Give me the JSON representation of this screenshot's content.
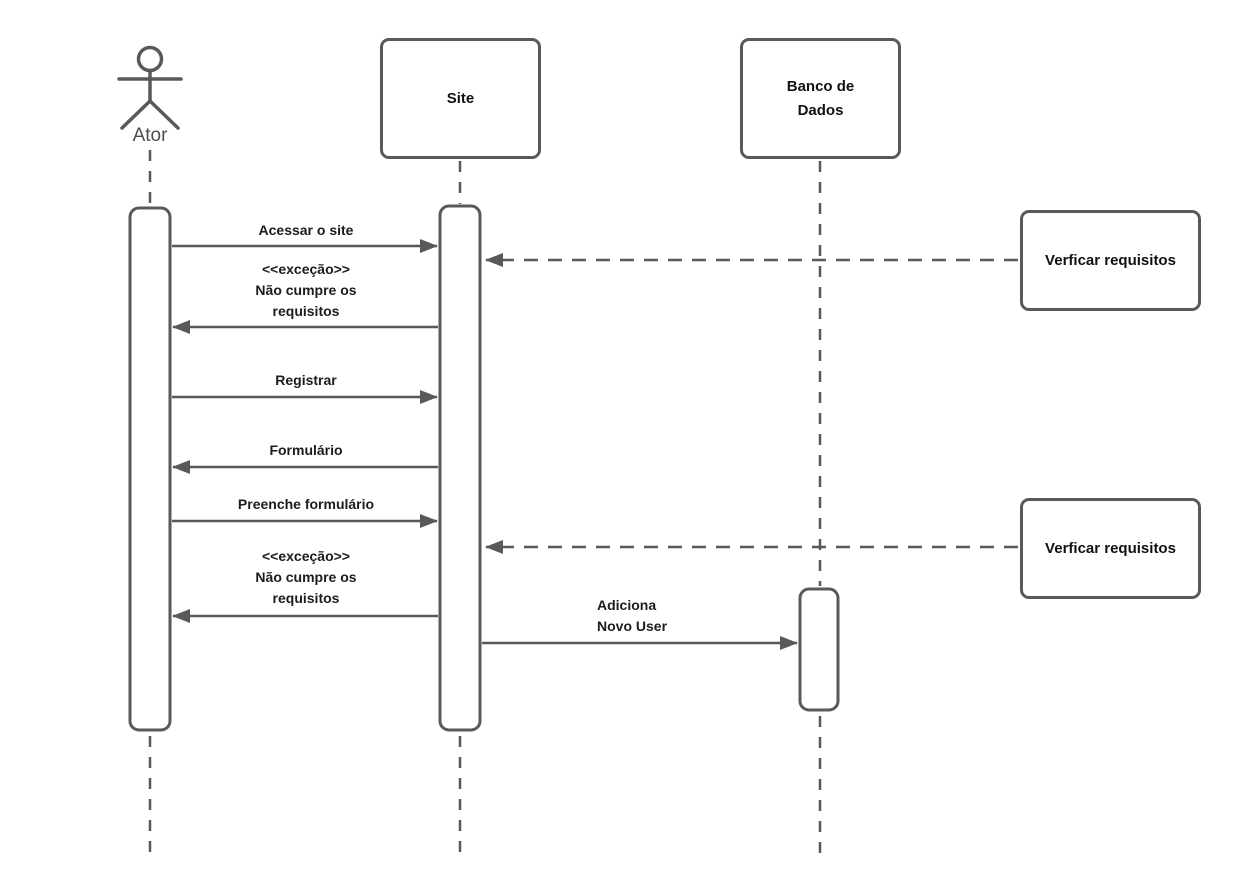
{
  "diagram_type": "uml-sequence-diagram",
  "participants": [
    {
      "id": "ator",
      "label": "Ator",
      "kind": "actor"
    },
    {
      "id": "site",
      "label": "Site",
      "kind": "object"
    },
    {
      "id": "banco",
      "label": "Banco de Dados",
      "label_lines": [
        "Banco de",
        "Dados"
      ],
      "kind": "object"
    }
  ],
  "notes": [
    {
      "id": "verficar-1",
      "label": "Verficar requisitos"
    },
    {
      "id": "verficar-2",
      "label": "Verficar requisitos"
    }
  ],
  "messages": [
    {
      "lines": [
        "Acessar o site"
      ],
      "from": "Ator",
      "to": "Site",
      "style": "solid-arrow-right"
    },
    {
      "lines": [
        "<<exceção>>",
        "Não cumpre os",
        "requisitos"
      ],
      "from": "Site",
      "to": "Ator",
      "style": "solid-arrow-left"
    },
    {
      "lines": [
        "Registrar"
      ],
      "from": "Ator",
      "to": "Site",
      "style": "solid-arrow-right"
    },
    {
      "lines": [
        "Formulário"
      ],
      "from": "Site",
      "to": "Ator",
      "style": "solid-arrow-left"
    },
    {
      "lines": [
        "Preenche formulário"
      ],
      "from": "Ator",
      "to": "Site",
      "style": "solid-arrow-right"
    },
    {
      "lines": [
        "<<exceção>>",
        "Não cumpre os",
        "requisitos"
      ],
      "from": "Site",
      "to": "Ator",
      "style": "solid-arrow-left"
    },
    {
      "lines": [
        "Adiciona",
        "Novo User"
      ],
      "from": "Site",
      "to": "Banco de Dados",
      "style": "solid-arrow-right"
    }
  ],
  "dashed_connectors": [
    {
      "from": "Verficar requisitos (1)",
      "to": "Site",
      "style": "dashed-arrow-left"
    },
    {
      "from": "Verficar requisitos (2)",
      "to": "Site",
      "style": "dashed-arrow-left"
    }
  ],
  "colors": {
    "line": "#595959",
    "text": "#1c1c1c",
    "actor_label": "#4d4d4d",
    "background": "#ffffff"
  }
}
